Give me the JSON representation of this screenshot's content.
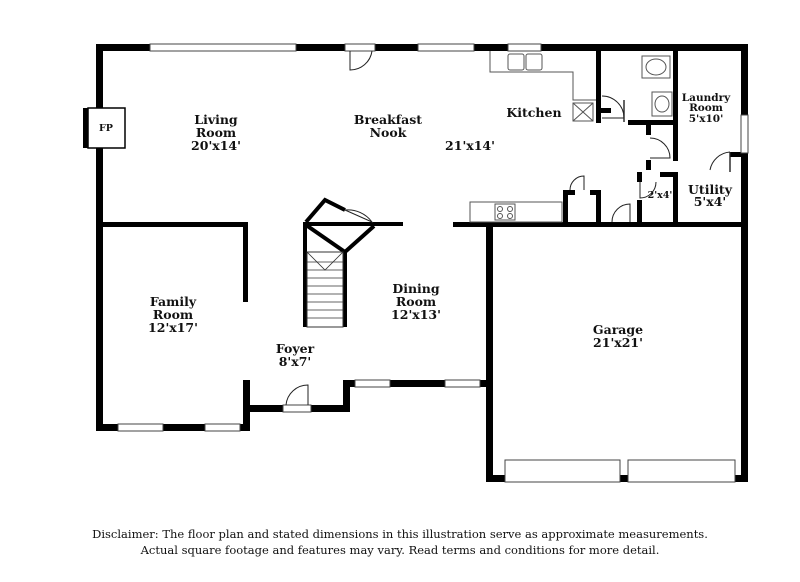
{
  "floor_plan": {
    "rooms": {
      "living": {
        "name_1": "Living",
        "name_2": "Room",
        "dims": "20'x14'"
      },
      "breakfast": {
        "name_1": "Breakfast",
        "name_2": "Nook"
      },
      "kitchen": {
        "name": "Kitchen",
        "dims": "21'x14'"
      },
      "laundry": {
        "name_1": "Laundry",
        "name_2": "Room",
        "dims": "5'x10'"
      },
      "utility": {
        "name": "Utility",
        "dims": "5'x4'"
      },
      "closet": {
        "dims": "2'x4'"
      },
      "family": {
        "name_1": "Family",
        "name_2": "Room",
        "dims": "12'x17'"
      },
      "dining": {
        "name_1": "Dining",
        "name_2": "Room",
        "dims": "12'x13'"
      },
      "foyer": {
        "name": "Foyer",
        "dims": "8'x7'"
      },
      "garage": {
        "name": "Garage",
        "dims": "21'x21'"
      }
    },
    "fireplace_label": "FP"
  },
  "disclaimer": {
    "line1": "Disclaimer: The floor plan and stated dimensions in this illustration serve as approximate measurements.",
    "line2": "Actual square footage and features may vary. Read terms and conditions for more detail."
  }
}
